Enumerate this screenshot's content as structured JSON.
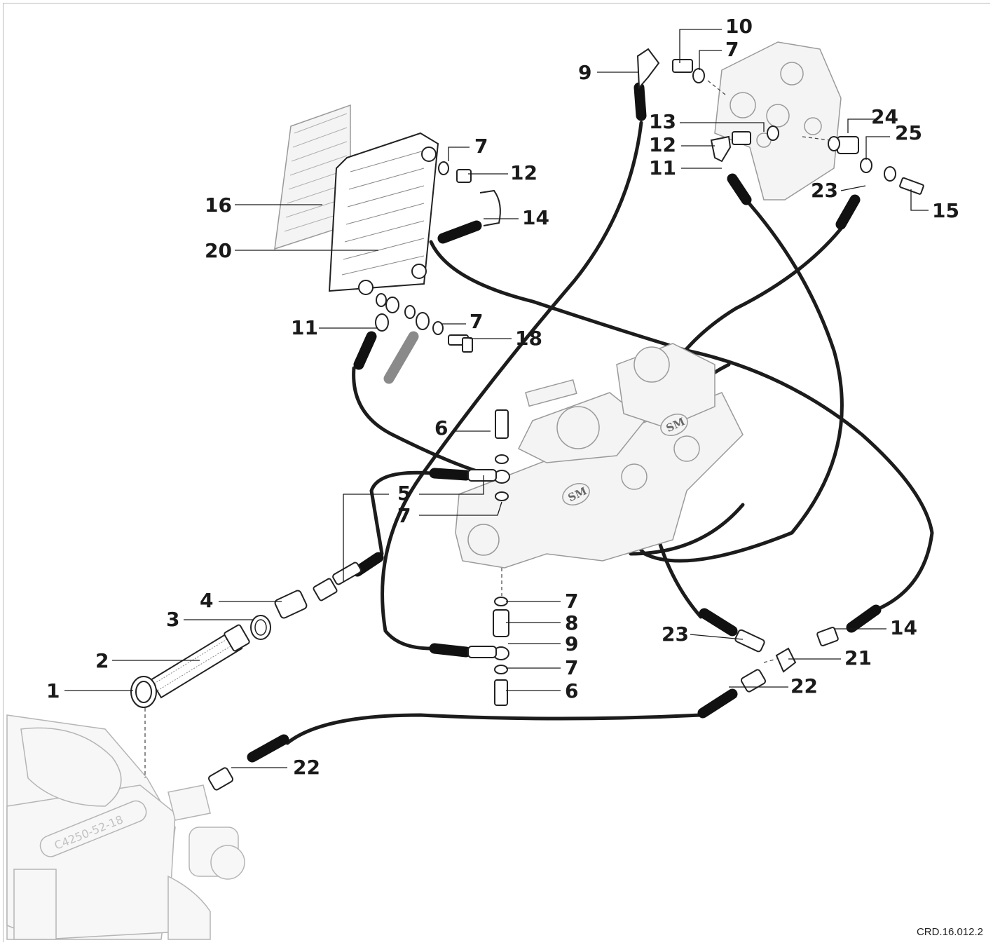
{
  "labels": {
    "l1": "1",
    "l2": "2",
    "l3": "3",
    "l4": "4",
    "l5": "5",
    "l6a": "6",
    "l6b": "6",
    "l7a": "7",
    "l7b": "7",
    "l7c": "7",
    "l7d": "7",
    "l7e": "7",
    "l7f": "7",
    "l8": "8",
    "l9a": "9",
    "l9b": "9",
    "l10": "10",
    "l11a": "11",
    "l11b": "11",
    "l12a": "12",
    "l12b": "12",
    "l13": "13",
    "l14a": "14",
    "l14b": "14",
    "l15": "15",
    "l16": "16",
    "l18": "18",
    "l20": "20",
    "l21": "21",
    "l22a": "22",
    "l22b": "22",
    "l23a": "23",
    "l23b": "23",
    "l24": "24",
    "l25": "25"
  },
  "drawing_code": "CRD.16.012.2",
  "tank_marking": "C4250-52-18",
  "pump_logo": "SM"
}
